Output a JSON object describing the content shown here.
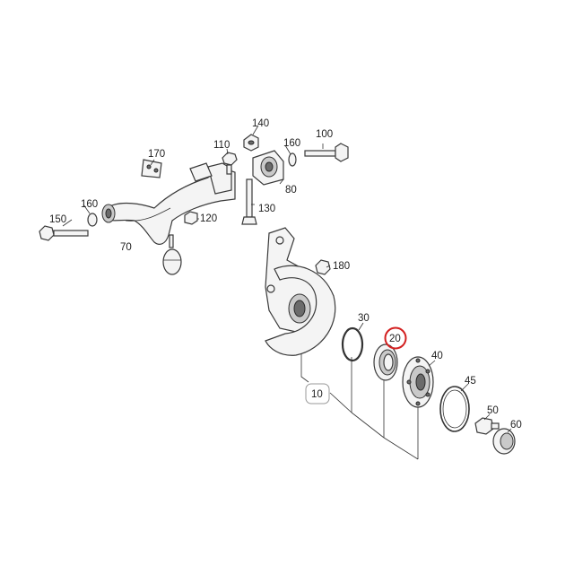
{
  "callouts": [
    {
      "id": "140",
      "text": "140"
    },
    {
      "id": "170",
      "text": "170"
    },
    {
      "id": "110",
      "text": "110"
    },
    {
      "id": "160a",
      "text": "160"
    },
    {
      "id": "100",
      "text": "100"
    },
    {
      "id": "80",
      "text": "80"
    },
    {
      "id": "130",
      "text": "130"
    },
    {
      "id": "160b",
      "text": "160"
    },
    {
      "id": "150",
      "text": "150"
    },
    {
      "id": "120",
      "text": "120"
    },
    {
      "id": "70",
      "text": "70"
    },
    {
      "id": "180",
      "text": "180"
    },
    {
      "id": "30",
      "text": "30"
    },
    {
      "id": "20",
      "text": "20"
    },
    {
      "id": "40",
      "text": "40"
    },
    {
      "id": "10",
      "text": "10"
    },
    {
      "id": "45",
      "text": "45"
    },
    {
      "id": "50",
      "text": "50"
    },
    {
      "id": "60",
      "text": "60"
    }
  ],
  "highlight": {
    "color": "#d32020"
  },
  "colors": {
    "ink": "#333333",
    "background": "#ffffff"
  }
}
